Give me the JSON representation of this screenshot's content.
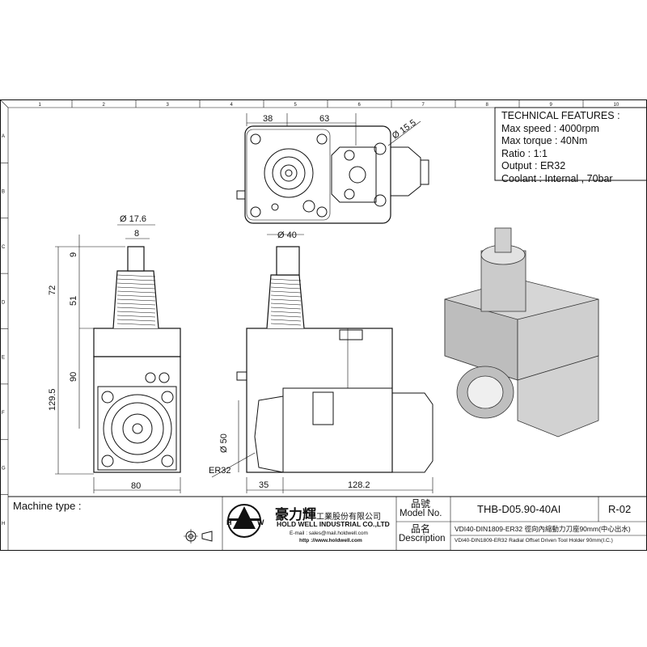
{
  "grid": {
    "columns": [
      "1",
      "2",
      "3",
      "4",
      "5",
      "6",
      "7",
      "8",
      "9",
      "10"
    ],
    "rows": [
      "A",
      "B",
      "C",
      "D",
      "E",
      "F",
      "G",
      "H"
    ]
  },
  "technical_features": {
    "title": "TECHNICAL FEATURES :",
    "lines": [
      "Max speed : 4000rpm",
      "Max torque : 40Nm",
      "Ratio : 1:1",
      "Output : ER32",
      "Coolant : Internal , 70bar"
    ]
  },
  "dimensions": {
    "top_38": "38",
    "top_63": "63",
    "dia_15_5": "Ø 15.5",
    "dia_17_6": "Ø 17.6",
    "d8": "8",
    "d9": "9",
    "d72": "72",
    "d51": "51",
    "d90": "90",
    "d129_5": "129.5",
    "d80": "80",
    "dia_40": "Ø 40",
    "dia_50": "Ø 50",
    "er32": "ER32",
    "d35": "35",
    "d128_2": "128.2"
  },
  "title_block": {
    "machine_type_label": "Machine type :",
    "company_cn": "豪力輝",
    "company_cn_suffix": "工業股份有限公司",
    "company_en": "HOLD WELL INDUSTRIAL CO.,LTD",
    "email": "E-mail : sales@mail.holdwell.com",
    "url": "http ://www.holdwell.com",
    "model_label_cn": "品號",
    "model_label_en": "Model No.",
    "model_value": "THB-D05.90-40AI",
    "revision": "R-02",
    "desc_label_cn": "品名",
    "desc_label_en": "Description",
    "desc_cn": "VDI40-DIN1809-ER32 徑向內縮動力刀座90mm(中心出水)",
    "desc_en": "VDI40-DIN1809-ER32 Radial Offset Driven Tool Holder 90mm(I.C.)"
  }
}
